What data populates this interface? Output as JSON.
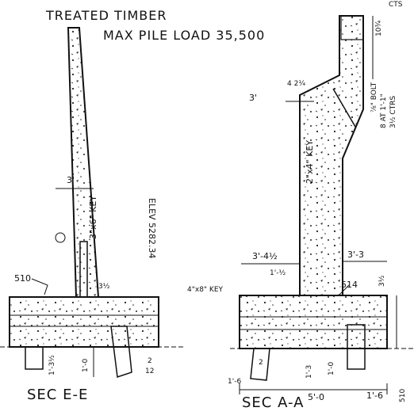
{
  "header": {
    "line1": "TREATED TIMBER",
    "line2": "MAX PILE LOAD 35,500",
    "corner": "CTS"
  },
  "section_e": {
    "title": "SEC E-E",
    "dim_top": "3'",
    "key": "3\"x6\" KEY",
    "elev": "ELEV 5282.34",
    "dim_312": "3½",
    "mark_510": "510",
    "dim_132": "1'-3½",
    "dim_10": "1'-0",
    "dim_2": "2",
    "dim_12": "12"
  },
  "section_a": {
    "title": "SEC A-A",
    "dim_3": "3'",
    "dim_42": "4 2¼",
    "dim_top": "10¾",
    "bolt": "⅞\" BOLT",
    "bolt2": "8 AT 1'-1\"",
    "ctrs": "3½ CTRS",
    "key": "2\"x4\" KEY",
    "dim_34": "3'-4½",
    "dim_33": "3'-3",
    "dim_12": "1'-½",
    "key2": "4\"x8\" KEY",
    "mark_514": "514",
    "dim_312": "3½",
    "dim_16a": "1'-6",
    "dim_13": "1'-3",
    "dim_10": "1'-0",
    "dim_50": "5'-0",
    "dim_16b": "1'-6",
    "mark_510": "510",
    "dim_2": "2"
  }
}
